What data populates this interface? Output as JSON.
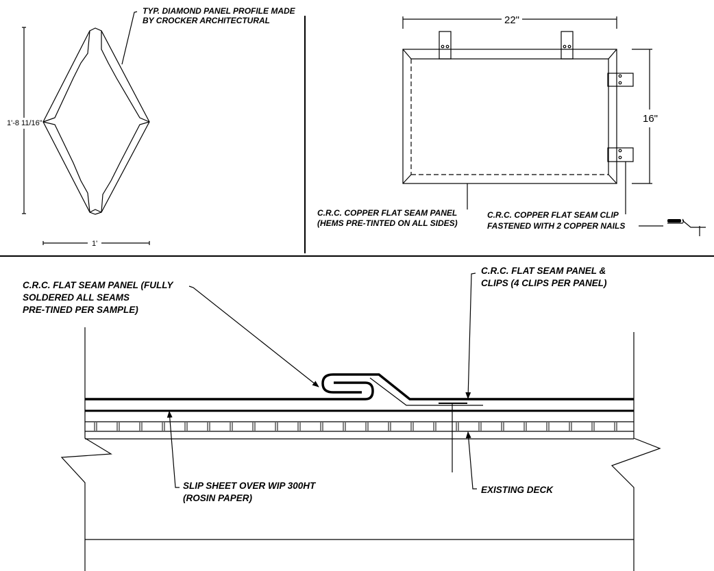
{
  "diamond_detail": {
    "callout_line1": "TYP. DIAMOND PANEL PROFILE MADE",
    "callout_line2": "BY CROCKER ARCHITECTURAL",
    "height_dimension": "1'-8 11/16\"",
    "width_dimension": "1'"
  },
  "panel_plan": {
    "width_dimension": "22\"",
    "height_dimension": "16\"",
    "panel_callout_line1": "C.R.C. COPPER FLAT SEAM PANEL",
    "panel_callout_line2": "(HEMS PRE-TINTED ON ALL SIDES)",
    "clip_callout_line1": "C.R.C. COPPER FLAT SEAM CLIP",
    "clip_callout_line2": "FASTENED WITH 2 COPPER NAILS"
  },
  "section_detail": {
    "seam_callout_line1": "C.R.C. FLAT SEAM PANEL (FULLY",
    "seam_callout_line2": "SOLDERED ALL SEAMS",
    "seam_callout_line3": "PRE-TINED PER SAMPLE)",
    "clips_callout_line1": "C.R.C. FLAT SEAM PANEL &",
    "clips_callout_line2": "CLIPS (4 CLIPS PER PANEL)",
    "slip_sheet_callout_line1": "SLIP SHEET OVER WIP 300HT",
    "slip_sheet_callout_line2": "(ROSIN PAPER)",
    "deck_callout": "EXISTING DECK"
  }
}
